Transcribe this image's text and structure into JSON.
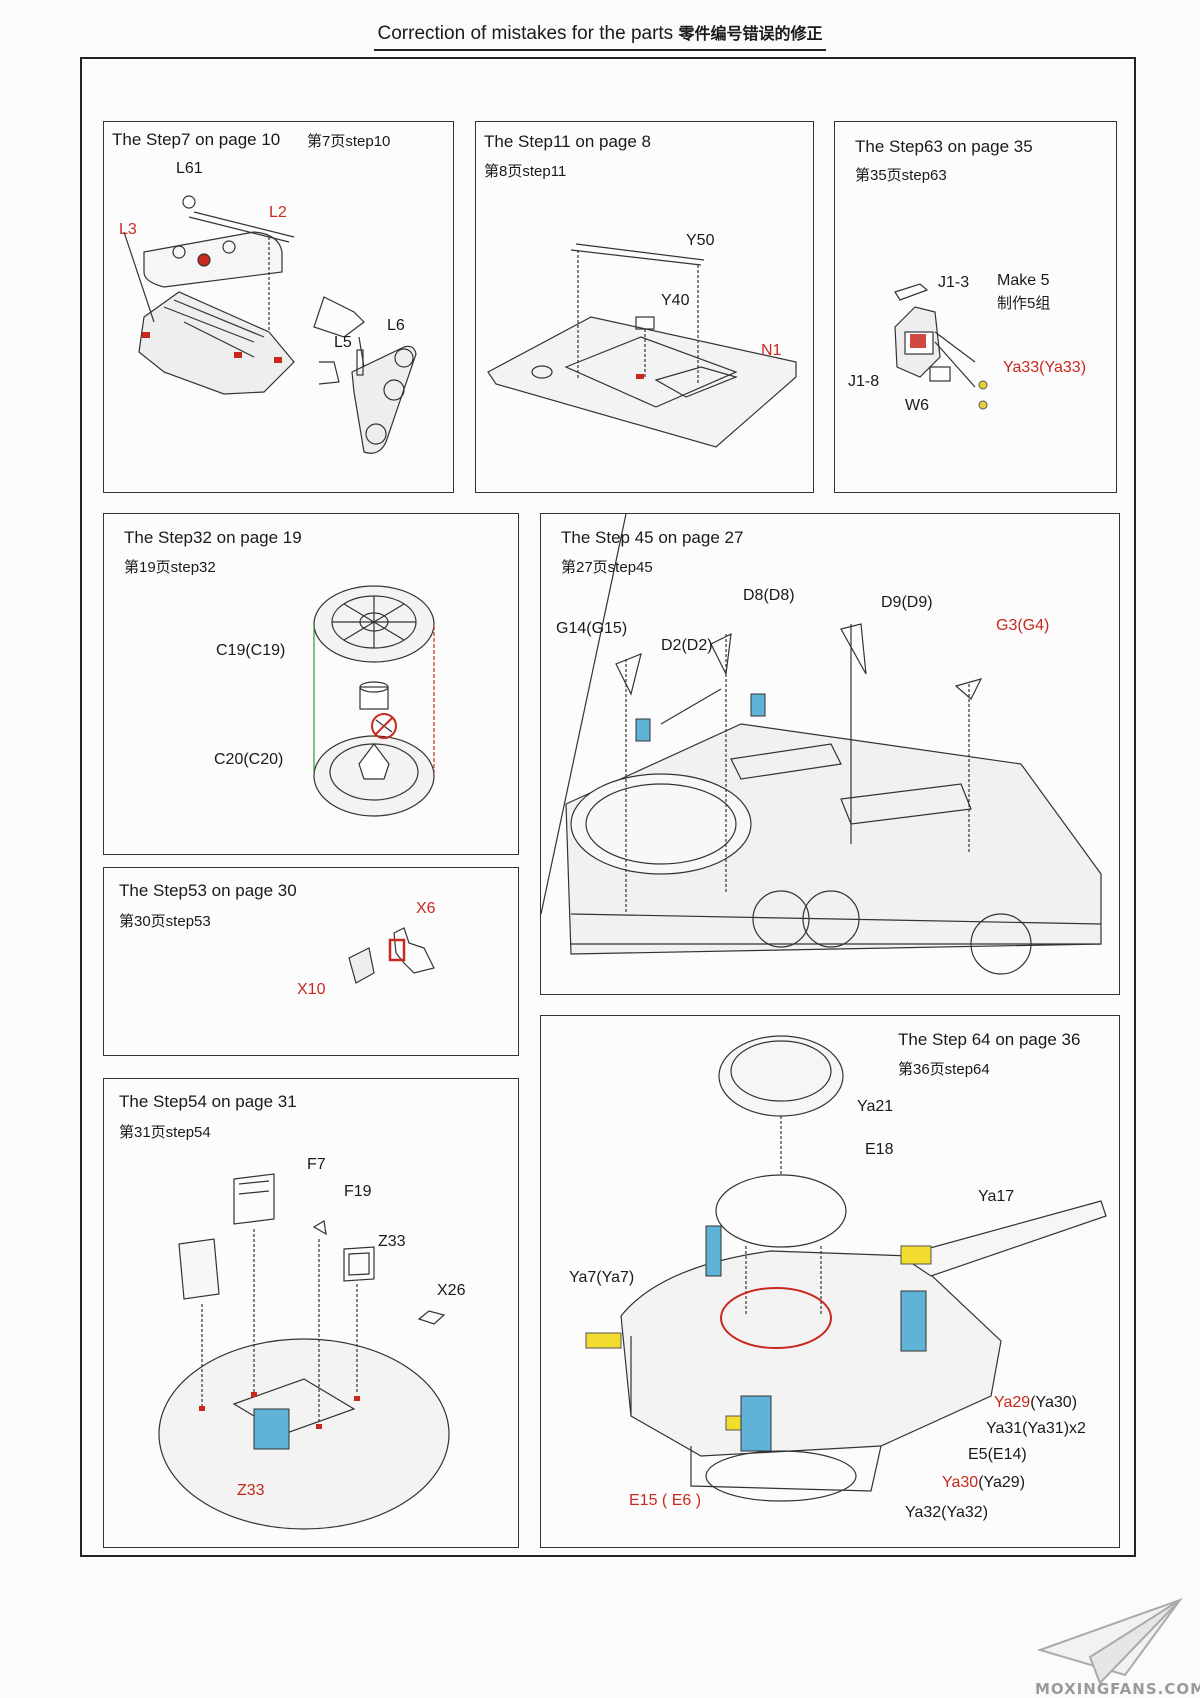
{
  "page": {
    "title_en": "Correction of mistakes for the parts",
    "title_zh": "零件编号错误的修正"
  },
  "panels": {
    "step7": {
      "heading": "The Step7 on page 10",
      "heading_zh": "第7页step10",
      "labels": {
        "l61": "L61",
        "l3": "L3",
        "l2": "L2",
        "l5": "L5",
        "l6": "L6"
      }
    },
    "step11": {
      "heading": "The Step11 on page 8",
      "heading_zh": "第8页step11",
      "labels": {
        "y50": "Y50",
        "y40": "Y40",
        "n1": "N1"
      }
    },
    "step63": {
      "heading": "The Step63 on page 35",
      "heading_zh": "第35页step63",
      "labels": {
        "j13": "J1-3",
        "make5": "Make 5",
        "make5_zh": "制作5组",
        "j18": "J1-8",
        "w6": "W6",
        "ya33": "Ya33(Ya33)"
      }
    },
    "step32": {
      "heading": "The Step32 on page 19",
      "heading_zh": "第19页step32",
      "labels": {
        "c19": "C19(C19)",
        "c20": "C20(C20)"
      }
    },
    "step45": {
      "heading": "The Step 45 on page 27",
      "heading_zh": "第27页step45",
      "labels": {
        "d8": "D8(D8)",
        "d9": "D9(D9)",
        "g14": "G14(G15)",
        "d2": "D2(D2)",
        "g3": "G3(G4)"
      }
    },
    "step53": {
      "heading": "The Step53 on page 30",
      "heading_zh": "第30页step53",
      "labels": {
        "x6": "X6",
        "x10": "X10"
      }
    },
    "step54": {
      "heading": "The Step54 on page 31",
      "heading_zh": "第31页step54",
      "labels": {
        "f7": "F7",
        "f19": "F19",
        "z33a": "Z33",
        "x26": "X26",
        "z33b": "Z33"
      }
    },
    "step64": {
      "heading": "The Step 64 on page 36",
      "heading_zh": "第36页step64",
      "labels": {
        "ya21": "Ya21",
        "e18": "E18",
        "ya17": "Ya17",
        "ya7": "Ya7(Ya7)",
        "ya29_red": "Ya29",
        "ya29_rest": "(Ya30)",
        "ya31": "Ya31(Ya31)x2",
        "e5": "E5(E14)",
        "ya30_red": "Ya30",
        "ya30_rest": "(Ya29)",
        "e15": "E15 ( E6 )",
        "ya32": "Ya32(Ya32)"
      }
    }
  },
  "watermark": {
    "text": "MOXINGFANS.COM"
  },
  "colors": {
    "correction_red": "#c8281e",
    "highlight_blue": "#5fb3d6",
    "highlight_yellow": "#f2dc2e"
  }
}
